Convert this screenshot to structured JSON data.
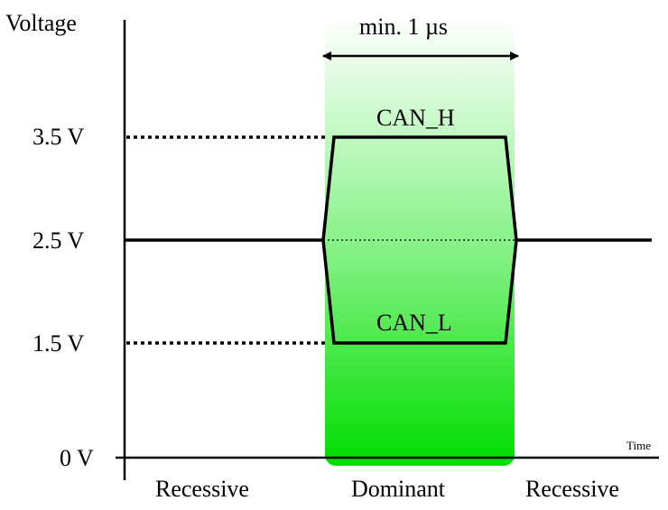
{
  "chart_data": {
    "type": "line",
    "ylabel": "Voltage",
    "xlabel": "Time",
    "y_ticks": [
      {
        "value": 3.5,
        "label": "3.5 V"
      },
      {
        "value": 2.5,
        "label": "2.5 V"
      },
      {
        "value": 1.5,
        "label": "1.5 V"
      },
      {
        "value": 0,
        "label": "0 V"
      }
    ],
    "regions": [
      "Recessive",
      "Dominant",
      "Recessive"
    ],
    "series": [
      {
        "name": "CAN_H",
        "levels": {
          "recessive": 2.5,
          "dominant": 3.5
        }
      },
      {
        "name": "CAN_L",
        "levels": {
          "recessive": 2.5,
          "dominant": 1.5
        }
      }
    ],
    "annotation": "min. 1 µs",
    "colors": {
      "highlight": "#00dd00",
      "line": "#000000"
    }
  }
}
